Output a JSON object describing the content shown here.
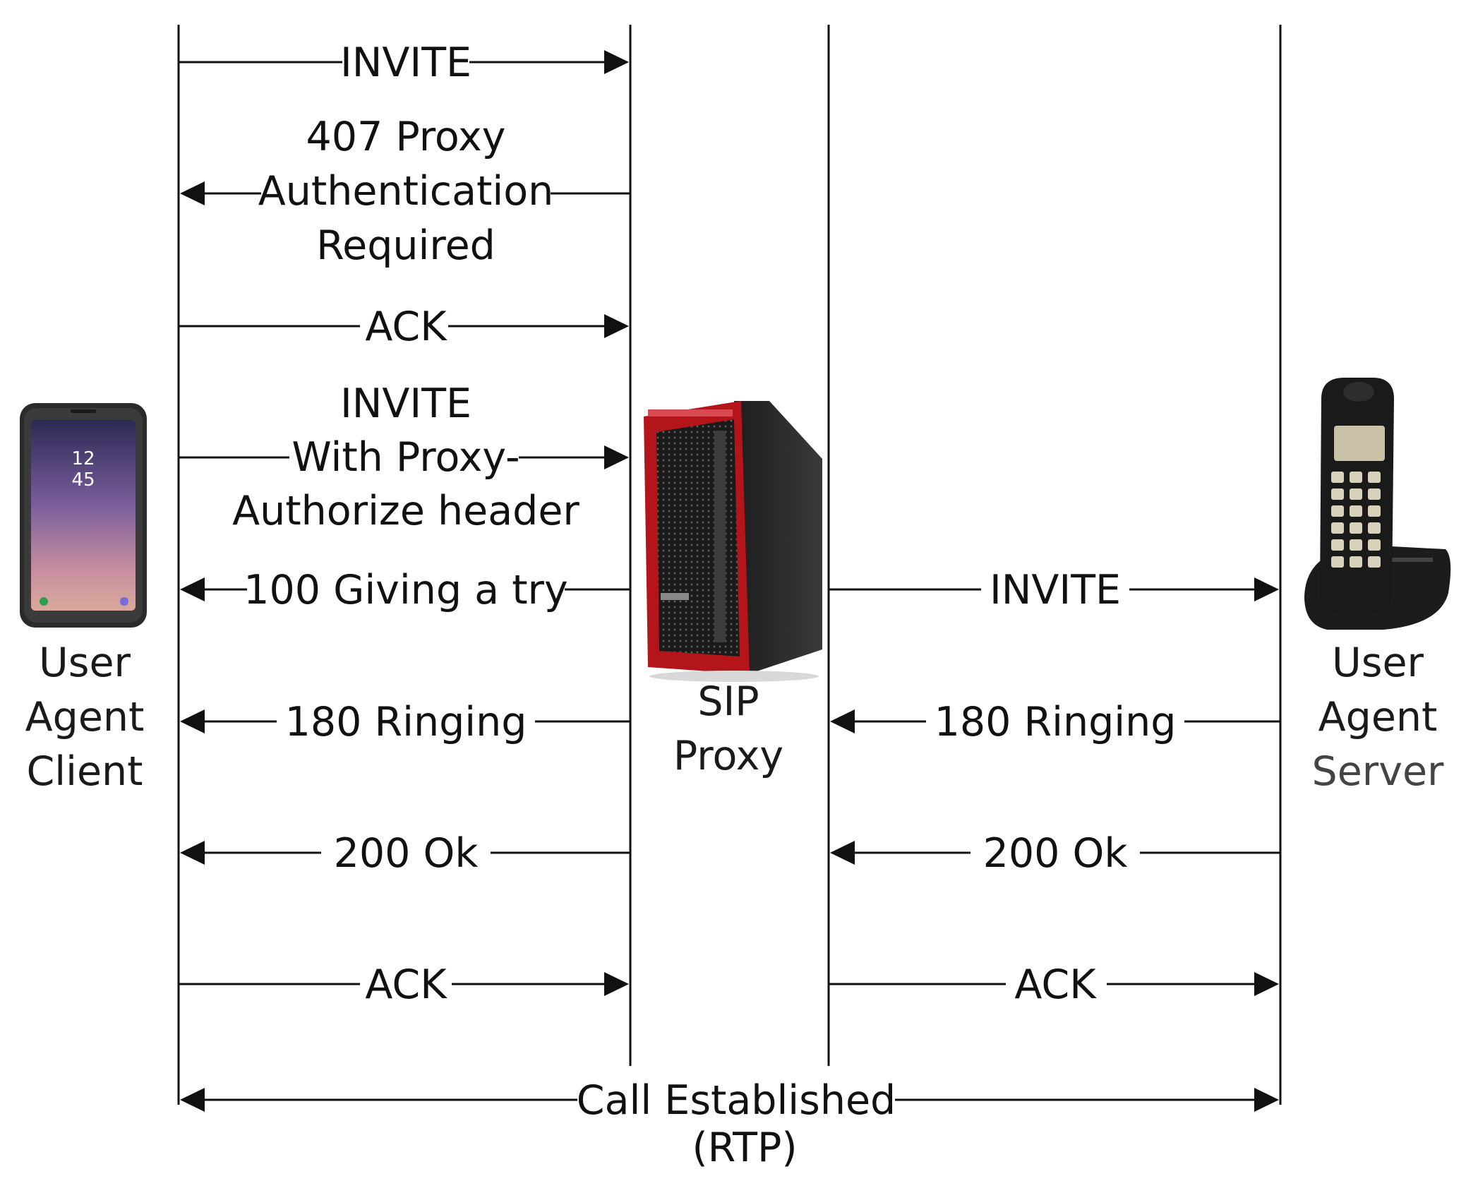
{
  "participants": {
    "client": [
      "User",
      "Agent",
      "Client"
    ],
    "proxy": [
      "SIP",
      "Proxy"
    ],
    "server": [
      "User",
      "Agent",
      "Server"
    ]
  },
  "messages": [
    {
      "id": "m1",
      "lines": [
        "INVITE"
      ],
      "direction": "right",
      "from": "client",
      "to": "proxy"
    },
    {
      "id": "m2",
      "lines": [
        "407 Proxy",
        "Authentication",
        "Required"
      ],
      "direction": "left",
      "from": "proxy",
      "to": "client"
    },
    {
      "id": "m3",
      "lines": [
        "ACK"
      ],
      "direction": "right",
      "from": "client",
      "to": "proxy"
    },
    {
      "id": "m4",
      "lines": [
        "INVITE",
        "With Proxy-",
        "Authorize header"
      ],
      "direction": "right",
      "from": "client",
      "to": "proxy"
    },
    {
      "id": "m5",
      "lines": [
        "100 Giving a try"
      ],
      "direction": "left",
      "from": "proxy",
      "to": "client"
    },
    {
      "id": "m6",
      "lines": [
        "INVITE"
      ],
      "direction": "right",
      "from": "proxy",
      "to": "server"
    },
    {
      "id": "m7",
      "lines": [
        "180 Ringing"
      ],
      "direction": "left",
      "from": "proxy",
      "to": "client"
    },
    {
      "id": "m8",
      "lines": [
        "180 Ringing"
      ],
      "direction": "left",
      "from": "server",
      "to": "proxy"
    },
    {
      "id": "m9",
      "lines": [
        "200 Ok"
      ],
      "direction": "left",
      "from": "proxy",
      "to": "client"
    },
    {
      "id": "m10",
      "lines": [
        "200 Ok"
      ],
      "direction": "left",
      "from": "server",
      "to": "proxy"
    },
    {
      "id": "m11",
      "lines": [
        "ACK"
      ],
      "direction": "right",
      "from": "client",
      "to": "proxy"
    },
    {
      "id": "m12",
      "lines": [
        "ACK"
      ],
      "direction": "right",
      "from": "proxy",
      "to": "server"
    }
  ],
  "call": {
    "lines": [
      "Call Established",
      "(RTP)"
    ],
    "direction": "both",
    "from": "client",
    "to": "server"
  },
  "icons": {
    "client": "smartphone-icon",
    "proxy": "server-tower-icon",
    "server": "cordless-phone-icon"
  },
  "phone_screen": {
    "hour": "12",
    "minute": "45"
  },
  "colors": {
    "line": "#111111",
    "proxy_accent": "#b3151b",
    "proxy_body": "#2a2a2a",
    "phone_screen": "#c9c2a6"
  }
}
